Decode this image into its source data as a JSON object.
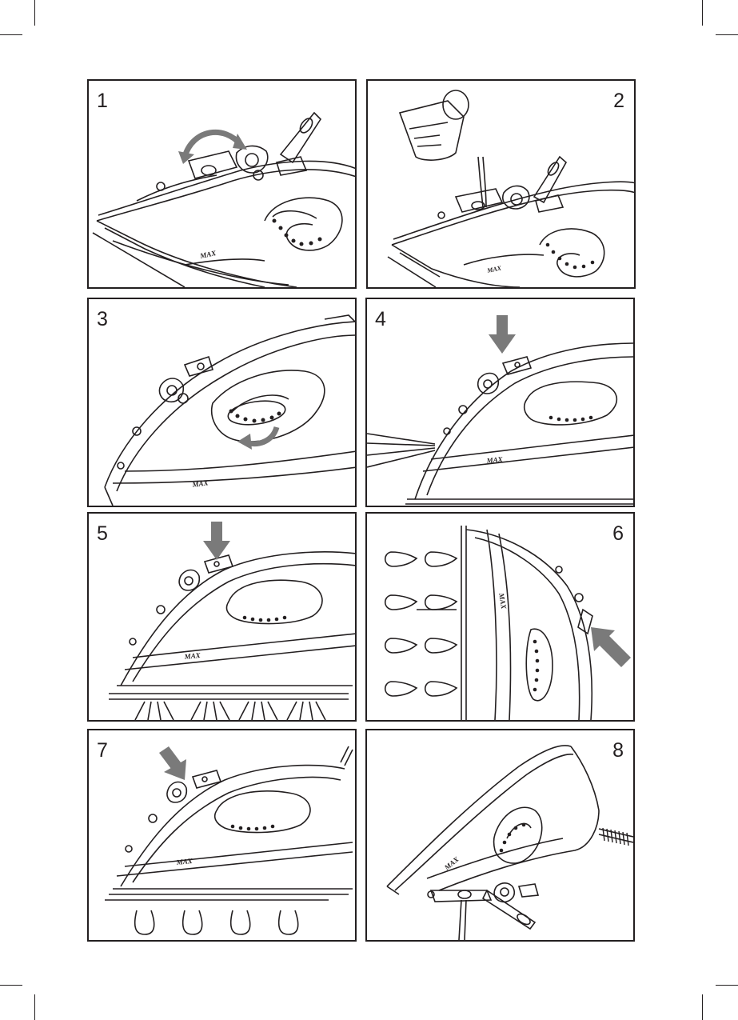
{
  "page": {
    "background": "#ffffff",
    "ink": "#231f20",
    "arrow_color": "#7a7a7a"
  },
  "panels": [
    {
      "number": "1",
      "water_mark": "MAX"
    },
    {
      "number": "2",
      "water_mark": "MAX"
    },
    {
      "number": "3",
      "water_mark": "MAX"
    },
    {
      "number": "4",
      "water_mark": "MAX"
    },
    {
      "number": "5",
      "water_mark": "MAX"
    },
    {
      "number": "6",
      "water_mark": "MAX"
    },
    {
      "number": "7",
      "water_mark": "MAX"
    },
    {
      "number": "8",
      "water_mark": "MAX"
    }
  ]
}
